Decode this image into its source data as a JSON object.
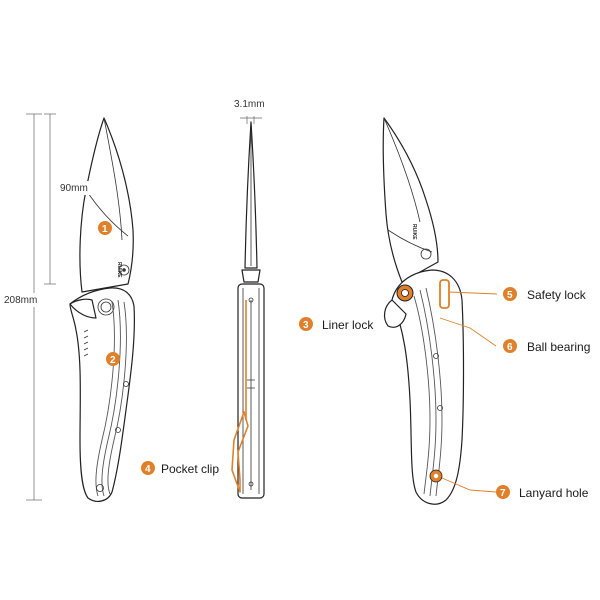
{
  "colors": {
    "accent": "#e0802a",
    "line": "#222222"
  },
  "dimensions": {
    "thickness": "3.1mm",
    "blade_length": "90mm",
    "total_length": "208mm"
  },
  "brand_mark": "RUIKE",
  "callouts": [
    {
      "num": "1",
      "label": ""
    },
    {
      "num": "2",
      "label": ""
    },
    {
      "num": "3",
      "label": "Liner lock"
    },
    {
      "num": "4",
      "label": "Pocket clip"
    },
    {
      "num": "5",
      "label": "Safety lock"
    },
    {
      "num": "6",
      "label": "Ball bearing"
    },
    {
      "num": "7",
      "label": "Lanyard hole"
    }
  ]
}
